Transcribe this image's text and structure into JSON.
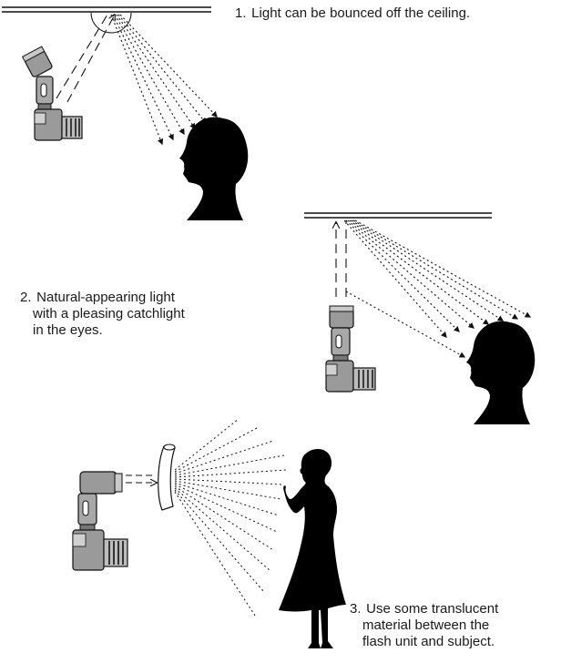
{
  "captions": {
    "bounce_ceiling": {
      "number": "1.",
      "lines": [
        "Light can be bounced off the ceiling."
      ]
    },
    "natural_light": {
      "number": "2.",
      "lines": [
        "Natural-appearing light",
        "with a pleasing catchlight",
        "in the eyes."
      ]
    },
    "translucent": {
      "number": "3.",
      "lines": [
        "Use some translucent",
        "material between the",
        "flash unit and subject."
      ]
    }
  },
  "icons": {
    "ceiling": "ceiling-line-icon",
    "camera_flash": "camera-with-flash-icon",
    "head_silhouette": "woman-head-silhouette-icon",
    "figure_silhouette": "woman-standing-silhouette-icon",
    "diffuser": "translucent-diffuser-icon"
  },
  "colors": {
    "ink": "#111111",
    "camera_gray": "#9a9a9a",
    "silhouette": "#000000",
    "background": "#ffffff"
  }
}
